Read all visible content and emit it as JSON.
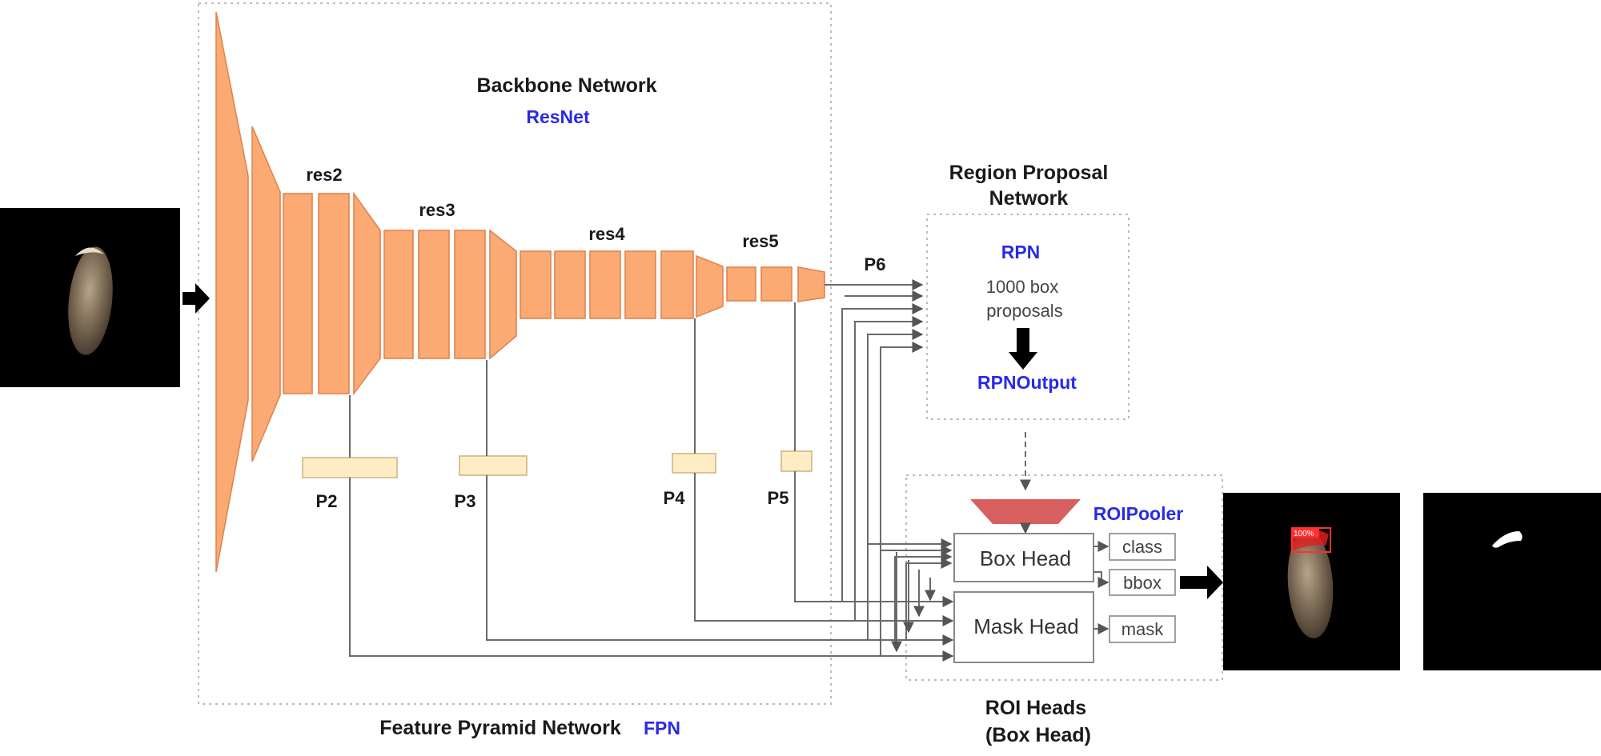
{
  "backbone": {
    "title": "Backbone Network",
    "subtitle": "ResNet"
  },
  "stages": {
    "res2": "res2",
    "res3": "res3",
    "res4": "res4",
    "res5": "res5",
    "p6": "P6"
  },
  "fpn_levels": {
    "p2": "P2",
    "p3": "P3",
    "p4": "P4",
    "p5": "P5"
  },
  "fpn": {
    "title": "Feature Pyramid Network",
    "abbr": "FPN"
  },
  "rpn": {
    "title_line1": "Region Proposal",
    "title_line2": "Network",
    "name": "RPN",
    "body_line1": "1000 box",
    "body_line2": "proposals",
    "output": "RPNOutput"
  },
  "roi": {
    "pooler": "ROIPooler",
    "box_head": "Box Head",
    "mask_head": "Mask Head",
    "outputs": {
      "class": "class",
      "bbox": "bbox",
      "mask": "mask"
    },
    "title_line1": "ROI Heads",
    "title_line2": "(Box Head)"
  },
  "result": {
    "score_label": "100%"
  },
  "colors": {
    "resnet_block": "#fbaa74",
    "fpn_block": "#fdecc4",
    "pooler": "#d96060",
    "accent_text": "#2a2ae6",
    "image_bg": "#000000"
  }
}
